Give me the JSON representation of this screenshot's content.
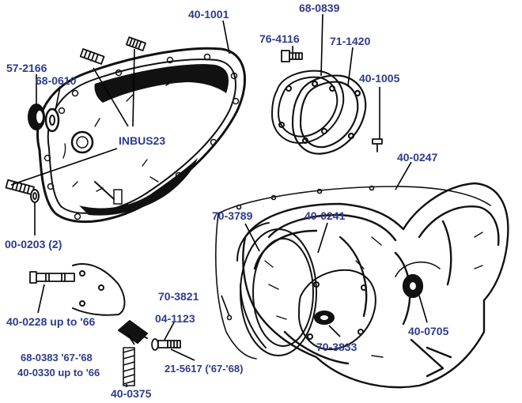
{
  "labels": {
    "l_68_0839": "68-0839",
    "l_40_1001": "40-1001",
    "l_76_4116": "76-4116",
    "l_71_1420": "71-1420",
    "l_57_2166": "57-2166",
    "l_68_0610": "68-0610",
    "l_40_1005": "40-1005",
    "l_inbus23": "INBUS23",
    "l_40_0247": "40-0247",
    "l_70_3789": "70-3789",
    "l_40_0241": "40-0241",
    "l_00_0203": "00-0203 (2)",
    "l_70_3821": "70-3821",
    "l_04_1123": "04-1123",
    "l_40_0228": "40-0228 up to '66",
    "l_40_0705": "40-0705",
    "l_70_3833": "70-3833",
    "l_68_0383": "68-0383 '67-'68",
    "l_40_0330": "40-0330 up to '66",
    "l_21_5617": "21-5617 ('67-'68)",
    "l_40_0375": "40-0375"
  },
  "colors": {
    "label": "#2f3b8c",
    "ink": "#111111",
    "background": "#ffffff"
  }
}
